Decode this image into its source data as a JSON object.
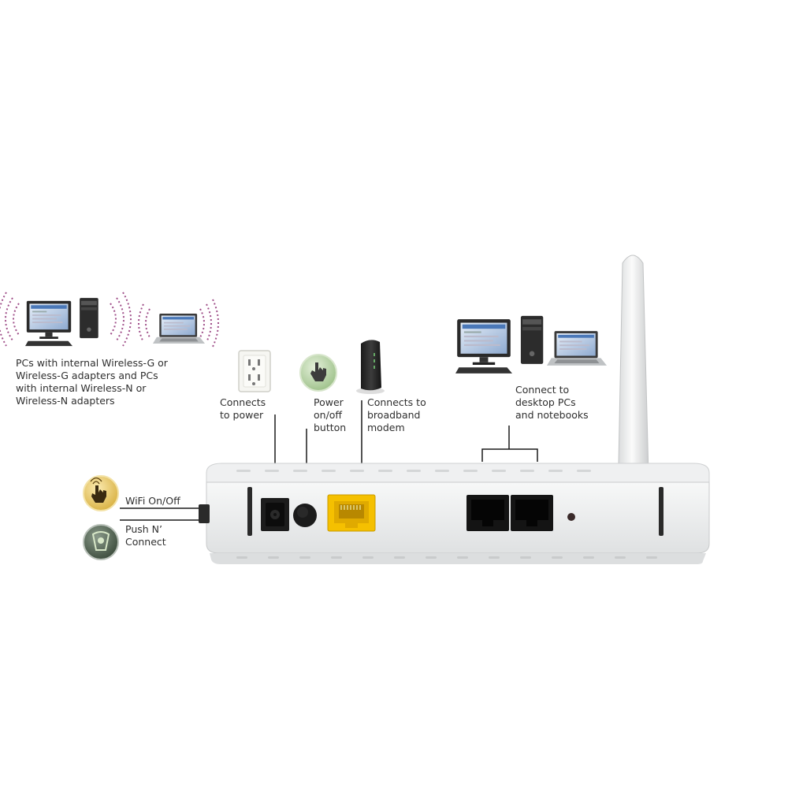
{
  "labels": {
    "wireless_clients": [
      "PCs with internal Wireless-G or",
      "Wireless-G adapters and PCs",
      "with internal Wireless-N or",
      "Wireless-N adapters"
    ],
    "power": [
      "Connects",
      "to power"
    ],
    "power_button": [
      "Power",
      "on/off",
      "button"
    ],
    "modem": [
      "Connects to",
      "broadband",
      "modem"
    ],
    "lan": [
      "Connect to",
      "desktop PCs",
      "and notebooks"
    ],
    "wifi": "WiFi On/Off",
    "push": [
      "Push N’",
      "Connect"
    ]
  },
  "colors": {
    "wifi_waves": "#a0508a",
    "wan_port": "#f5c000",
    "router_body": "#eceeef",
    "wifi_button": "#f0d070",
    "push_button": "#5a6a5a",
    "power_button_icon": "#a8c890"
  },
  "icons": [
    "desktop-pc-icon",
    "laptop-icon",
    "wall-outlet-icon",
    "hand-press-icon",
    "cable-modem-icon",
    "push-n-connect-icon"
  ]
}
